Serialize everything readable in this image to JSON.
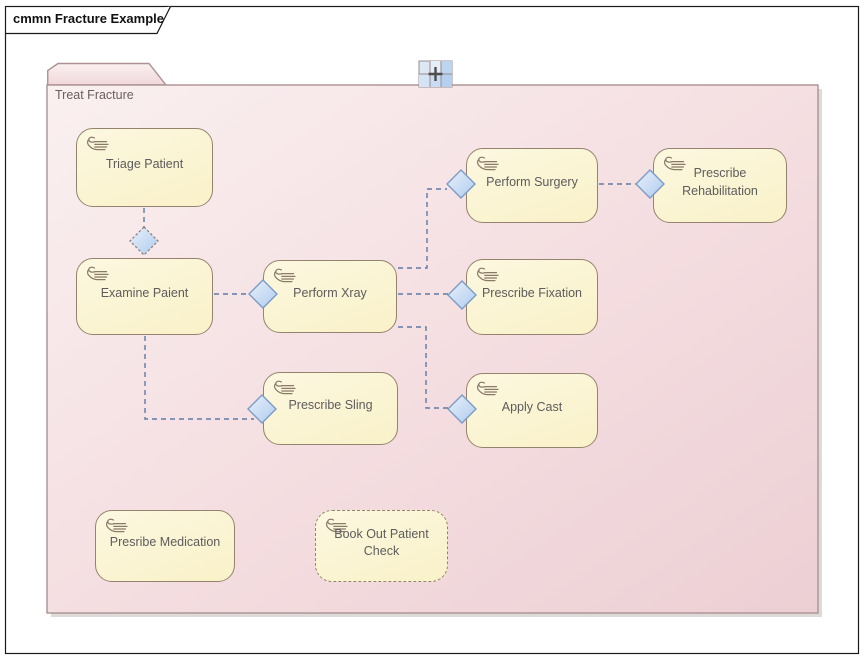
{
  "frame": {
    "title": "cmmn Fracture Example"
  },
  "case_plan": {
    "label": "Treat Fracture",
    "shape": "folder",
    "expand_icon": "grid-expand-icon"
  },
  "tasks": {
    "triage": {
      "label": "Triage Patient",
      "icon": "manual-task-hand-icon",
      "border": "solid"
    },
    "examine": {
      "label": "Examine Paient",
      "icon": "manual-task-hand-icon",
      "border": "solid"
    },
    "xray": {
      "label": "Perform Xray",
      "icon": "manual-task-hand-icon",
      "border": "solid"
    },
    "surgery": {
      "label": "Perform Surgery",
      "icon": "manual-task-hand-icon",
      "border": "solid"
    },
    "rehab": {
      "label": "Prescribe Rehabilitation",
      "icon": "manual-task-hand-icon",
      "border": "solid"
    },
    "fixation": {
      "label": "Prescribe Fixation",
      "icon": "manual-task-hand-icon",
      "border": "solid"
    },
    "cast": {
      "label": "Apply Cast",
      "icon": "manual-task-hand-icon",
      "border": "solid"
    },
    "sling": {
      "label": "Prescribe Sling",
      "icon": "manual-task-hand-icon",
      "border": "solid"
    },
    "medication": {
      "label": "Presribe Medication",
      "icon": "manual-task-hand-icon",
      "border": "solid"
    },
    "bookout": {
      "label": "Book Out Patient Check",
      "icon": "manual-task-hand-icon",
      "border": "dashed"
    }
  },
  "connections": [
    {
      "from": "Triage Patient",
      "to": "Examine Paient",
      "style": "dashed"
    },
    {
      "from": "Examine Paient",
      "to": "Perform Xray",
      "style": "dashed"
    },
    {
      "from": "Examine Paient",
      "to": "Prescribe Sling",
      "style": "dashed"
    },
    {
      "from": "Perform Xray",
      "to": "Perform Surgery",
      "style": "dashed"
    },
    {
      "from": "Perform Xray",
      "to": "Prescribe Fixation",
      "style": "dashed"
    },
    {
      "from": "Perform Xray",
      "to": "Apply Cast",
      "style": "dashed"
    },
    {
      "from": "Perform Surgery",
      "to": "Prescribe Rehabilitation",
      "style": "dashed"
    }
  ],
  "entry_criteria_diamonds": [
    "Examine Paient (top, dashed outline)",
    "Perform Xray (left)",
    "Perform Surgery (left)",
    "Prescribe Rehabilitation (left)",
    "Prescribe Fixation (left)",
    "Apply Cast (left)",
    "Prescribe Sling (left)"
  ],
  "colors": {
    "frame_border": "#1a1a1a",
    "folder_fill_light": "#faeff0",
    "folder_fill_dark": "#eccfd4",
    "folder_border": "#ab9191",
    "task_fill": "#faf3cd",
    "task_border": "#95846d",
    "task_text": "#5c5c5c",
    "diamond_fill_light": "#e9f1fb",
    "diamond_fill_dark": "#aecbee",
    "diamond_border": "#7d9cc4",
    "connector": "#5e7aa6"
  }
}
